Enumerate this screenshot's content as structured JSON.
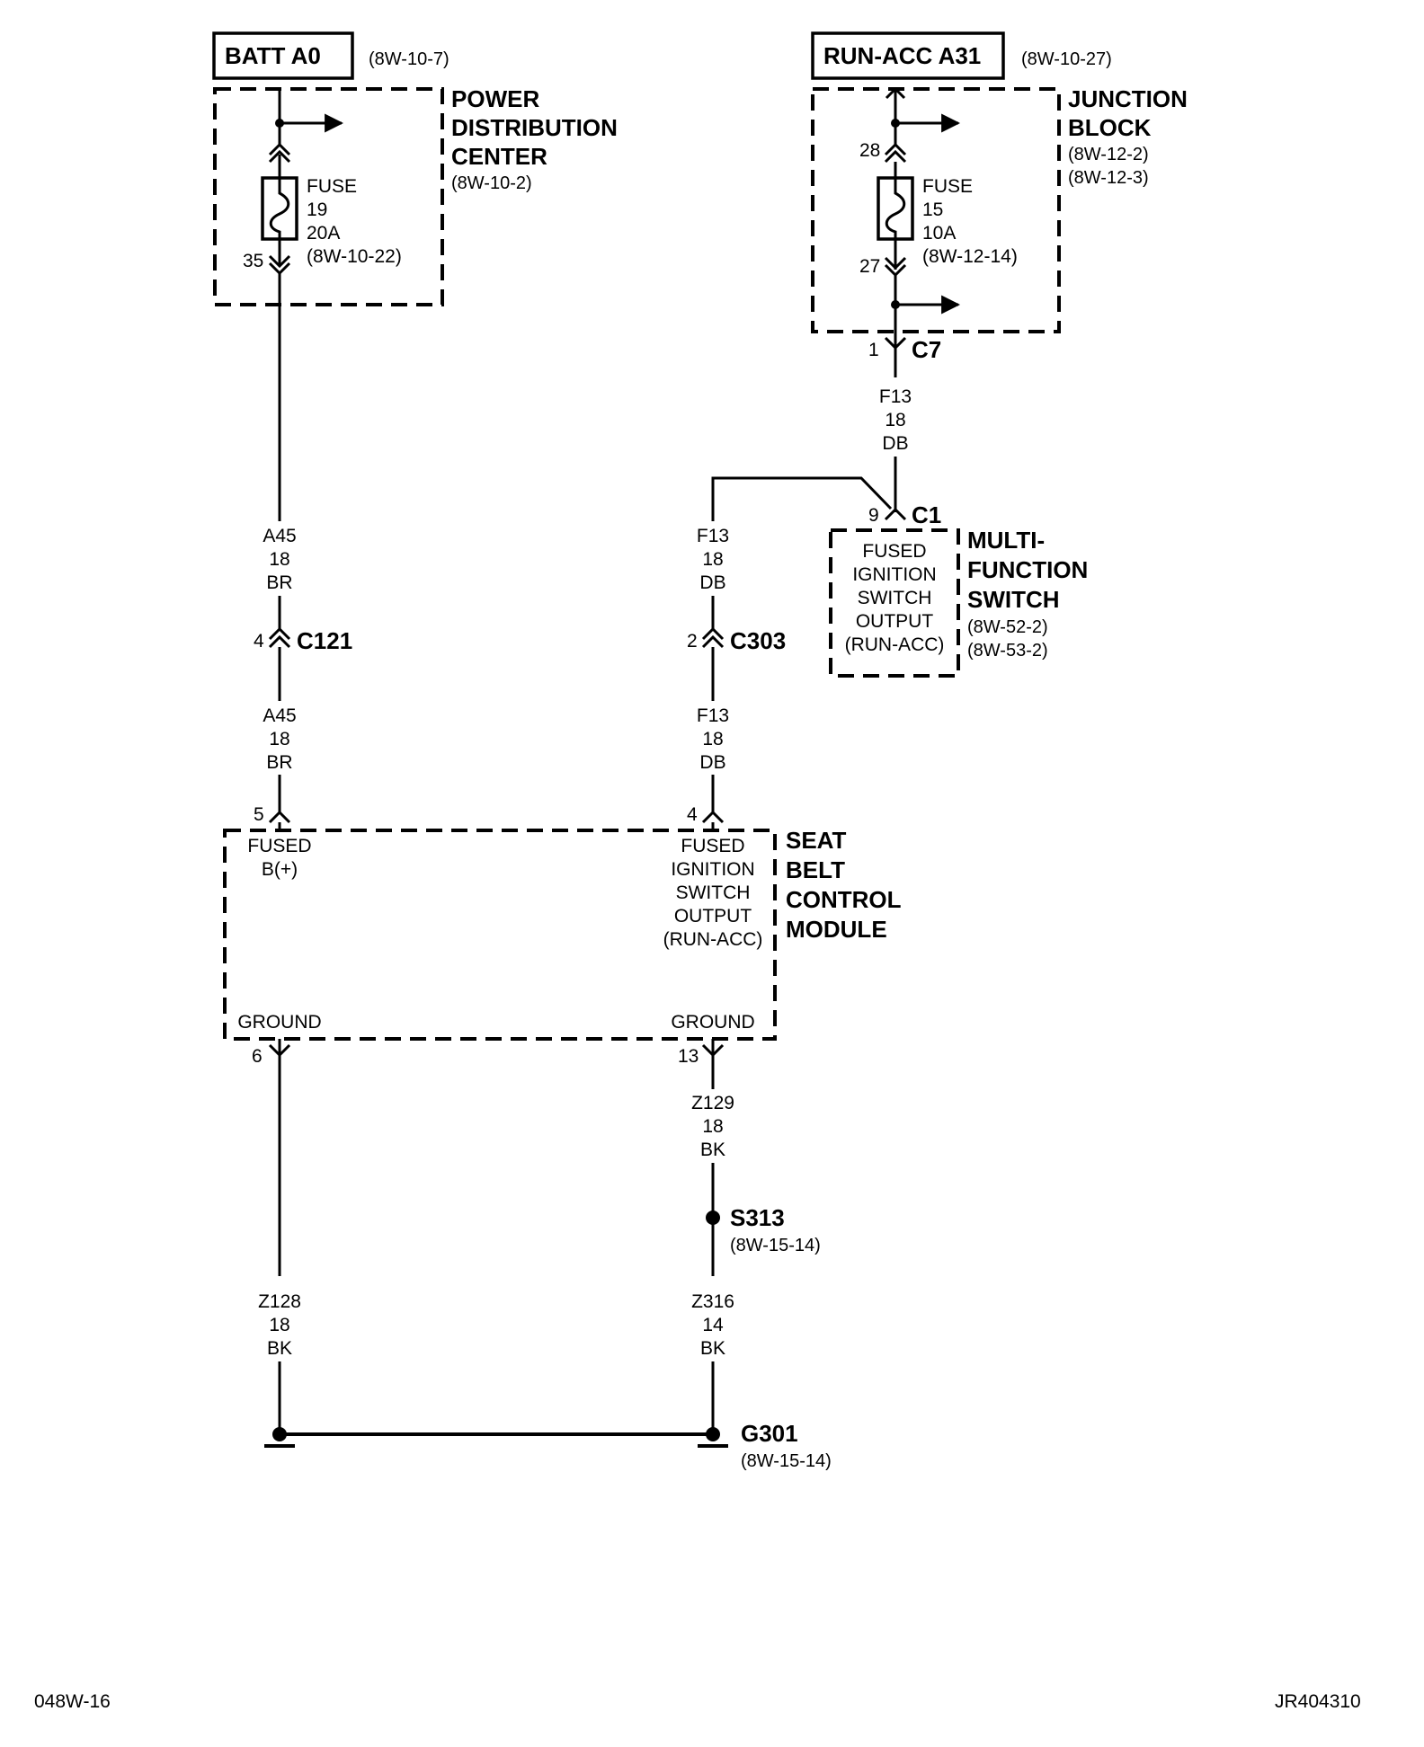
{
  "batt": {
    "label": "BATT A0",
    "ref": "(8W-10-7)"
  },
  "run_acc": {
    "label": "RUN-ACC A31",
    "ref": "(8W-10-27)"
  },
  "pdc": {
    "line1": "POWER",
    "line2": "DISTRIBUTION",
    "line3": "CENTER",
    "ref": "(8W-10-2)"
  },
  "fuse19": {
    "l1": "FUSE",
    "l2": "19",
    "l3": "20A",
    "l4": "(8W-10-22)",
    "pin_bottom": "35"
  },
  "jb": {
    "line1": "JUNCTION",
    "line2": "BLOCK",
    "ref1": "(8W-12-2)",
    "ref2": "(8W-12-3)"
  },
  "fuse15": {
    "l1": "FUSE",
    "l2": "15",
    "l3": "10A",
    "l4": "(8W-12-14)",
    "pin_top": "28",
    "pin_bottom": "27"
  },
  "c7": {
    "pin": "1",
    "name": "C7"
  },
  "wire_f13_upper": {
    "circuit": "F13",
    "gauge": "18",
    "color": "DB"
  },
  "c1": {
    "pin": "9",
    "name": "C1"
  },
  "mfs": {
    "line1": "MULTI-",
    "line2": "FUNCTION",
    "line3": "SWITCH",
    "ref1": "(8W-52-2)",
    "ref2": "(8W-53-2)",
    "in1": "FUSED",
    "in2": "IGNITION",
    "in3": "SWITCH",
    "in4": "OUTPUT",
    "in5": "(RUN-ACC)"
  },
  "wire_a45_upper": {
    "circuit": "A45",
    "gauge": "18",
    "color": "BR"
  },
  "wire_f13_mid": {
    "circuit": "F13",
    "gauge": "18",
    "color": "DB"
  },
  "c121": {
    "pin": "4",
    "name": "C121"
  },
  "c303": {
    "pin": "2",
    "name": "C303"
  },
  "wire_a45_lower": {
    "circuit": "A45",
    "gauge": "18",
    "color": "BR"
  },
  "wire_f13_lower": {
    "circuit": "F13",
    "gauge": "18",
    "color": "DB"
  },
  "sbcm": {
    "line1": "SEAT",
    "line2": "BELT",
    "line3": "CONTROL",
    "line4": "MODULE",
    "pin_b": "5",
    "b1": "FUSED",
    "b2": "B(+)",
    "pin_ign": "4",
    "ign1": "FUSED",
    "ign2": "IGNITION",
    "ign3": "SWITCH",
    "ign4": "OUTPUT",
    "ign5": "(RUN-ACC)",
    "gnd_left": "GROUND",
    "gnd_right": "GROUND",
    "pin_gnd_left": "6",
    "pin_gnd_right": "13"
  },
  "wire_z129": {
    "circuit": "Z129",
    "gauge": "18",
    "color": "BK"
  },
  "s313": {
    "name": "S313",
    "ref": "(8W-15-14)"
  },
  "wire_z128": {
    "circuit": "Z128",
    "gauge": "18",
    "color": "BK"
  },
  "wire_z316": {
    "circuit": "Z316",
    "gauge": "14",
    "color": "BK"
  },
  "g301": {
    "name": "G301",
    "ref": "(8W-15-14)"
  },
  "footer": {
    "left": "048W-16",
    "right": "JR404310"
  }
}
